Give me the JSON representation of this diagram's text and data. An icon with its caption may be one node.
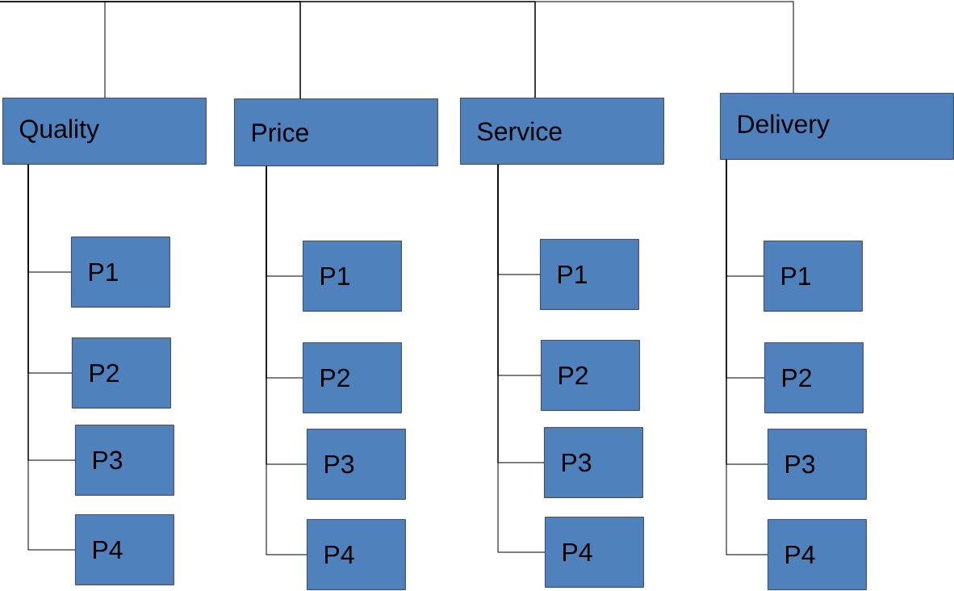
{
  "diagram": {
    "nodes": [
      {
        "text": [
          "Quality"
        ]
      },
      {
        "text": [
          "Price"
        ]
      },
      {
        "text": [
          "Service"
        ]
      },
      {
        "text": [
          "Delivery"
        ]
      },
      {
        "text": [
          "P1"
        ]
      },
      {
        "text": [
          "P2"
        ]
      },
      {
        "text": [
          "P3"
        ]
      },
      {
        "text": [
          "P4"
        ]
      },
      {
        "text": [
          "P1"
        ]
      },
      {
        "text": [
          "P2"
        ]
      },
      {
        "text": [
          "P3"
        ]
      },
      {
        "text": [
          "P4"
        ]
      },
      {
        "text": [
          "P1"
        ]
      },
      {
        "text": [
          "P2"
        ]
      },
      {
        "text": [
          "P3"
        ]
      },
      {
        "text": [
          "P4"
        ]
      },
      {
        "text": [
          "P1"
        ]
      },
      {
        "text": [
          "P2"
        ]
      },
      {
        "text": [
          "P3"
        ]
      },
      {
        "text": [
          "P4"
        ]
      }
    ],
    "edges": [
      {
        "from": 0,
        "to": 1,
        "arrow": "none"
      },
      {
        "from": 1,
        "to": 2,
        "arrow": "none"
      },
      {
        "from": 2,
        "to": 3,
        "arrow": "none"
      },
      {
        "from": 0,
        "to": 4,
        "arrow": "none"
      },
      {
        "from": 0,
        "to": 5,
        "arrow": "none"
      },
      {
        "from": 0,
        "to": 6,
        "arrow": "none"
      },
      {
        "from": 0,
        "to": 7,
        "arrow": "none"
      },
      {
        "from": 1,
        "to": 8,
        "arrow": "none"
      },
      {
        "from": 1,
        "to": 9,
        "arrow": "none"
      },
      {
        "from": 1,
        "to": 10,
        "arrow": "none"
      },
      {
        "from": 1,
        "to": 11,
        "arrow": "none"
      },
      {
        "from": 2,
        "to": 12,
        "arrow": "none"
      },
      {
        "from": 2,
        "to": 13,
        "arrow": "none"
      },
      {
        "from": 2,
        "to": 14,
        "arrow": "none"
      },
      {
        "from": 2,
        "to": 15,
        "arrow": "none"
      },
      {
        "from": 3,
        "to": 16,
        "arrow": "none"
      },
      {
        "from": 3,
        "to": 17,
        "arrow": "none"
      },
      {
        "from": 3,
        "to": 18,
        "arrow": "none"
      },
      {
        "from": 3,
        "to": 19,
        "arrow": "none"
      }
    ]
  }
}
